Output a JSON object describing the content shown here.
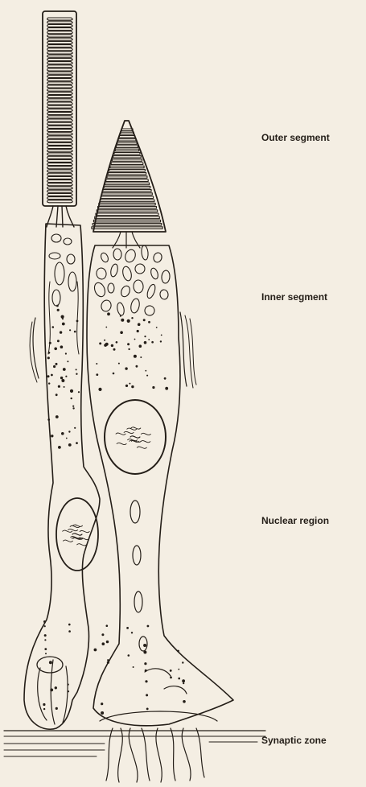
{
  "labels": {
    "outer_segment": "Outer segment",
    "inner_segment": "Inner segment",
    "nuclear_region": "Nuclear region",
    "synaptic_zone": "Synaptic zone"
  },
  "colors": {
    "paper": "#f4eee3",
    "ink": "#241e18"
  }
}
